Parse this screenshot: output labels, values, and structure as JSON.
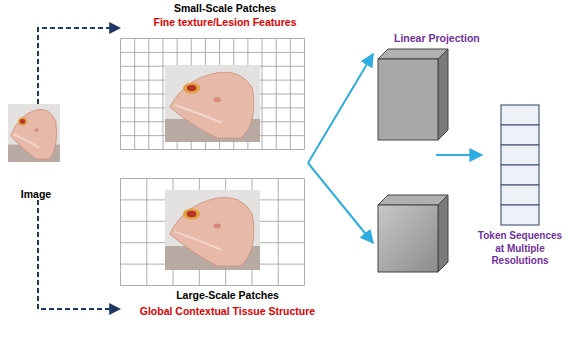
{
  "diagram": {
    "nodes": [
      {
        "text": [
          "Image"
        ]
      },
      {
        "text": [
          "Small-Scale Patches",
          "Fine texture/Lesion Features"
        ]
      },
      {
        "text": [
          "Large-Scale Patches",
          "Global Contextual Tissue Structure"
        ]
      },
      {
        "text": [
          "Linear Projection"
        ]
      },
      {
        "text": [
          "Token Sequences at Multiple Resolutions"
        ]
      }
    ],
    "edges": [
      {
        "from": 0,
        "to": 1,
        "arrow": "to"
      },
      {
        "from": 0,
        "to": 2,
        "arrow": "to"
      }
    ]
  }
}
